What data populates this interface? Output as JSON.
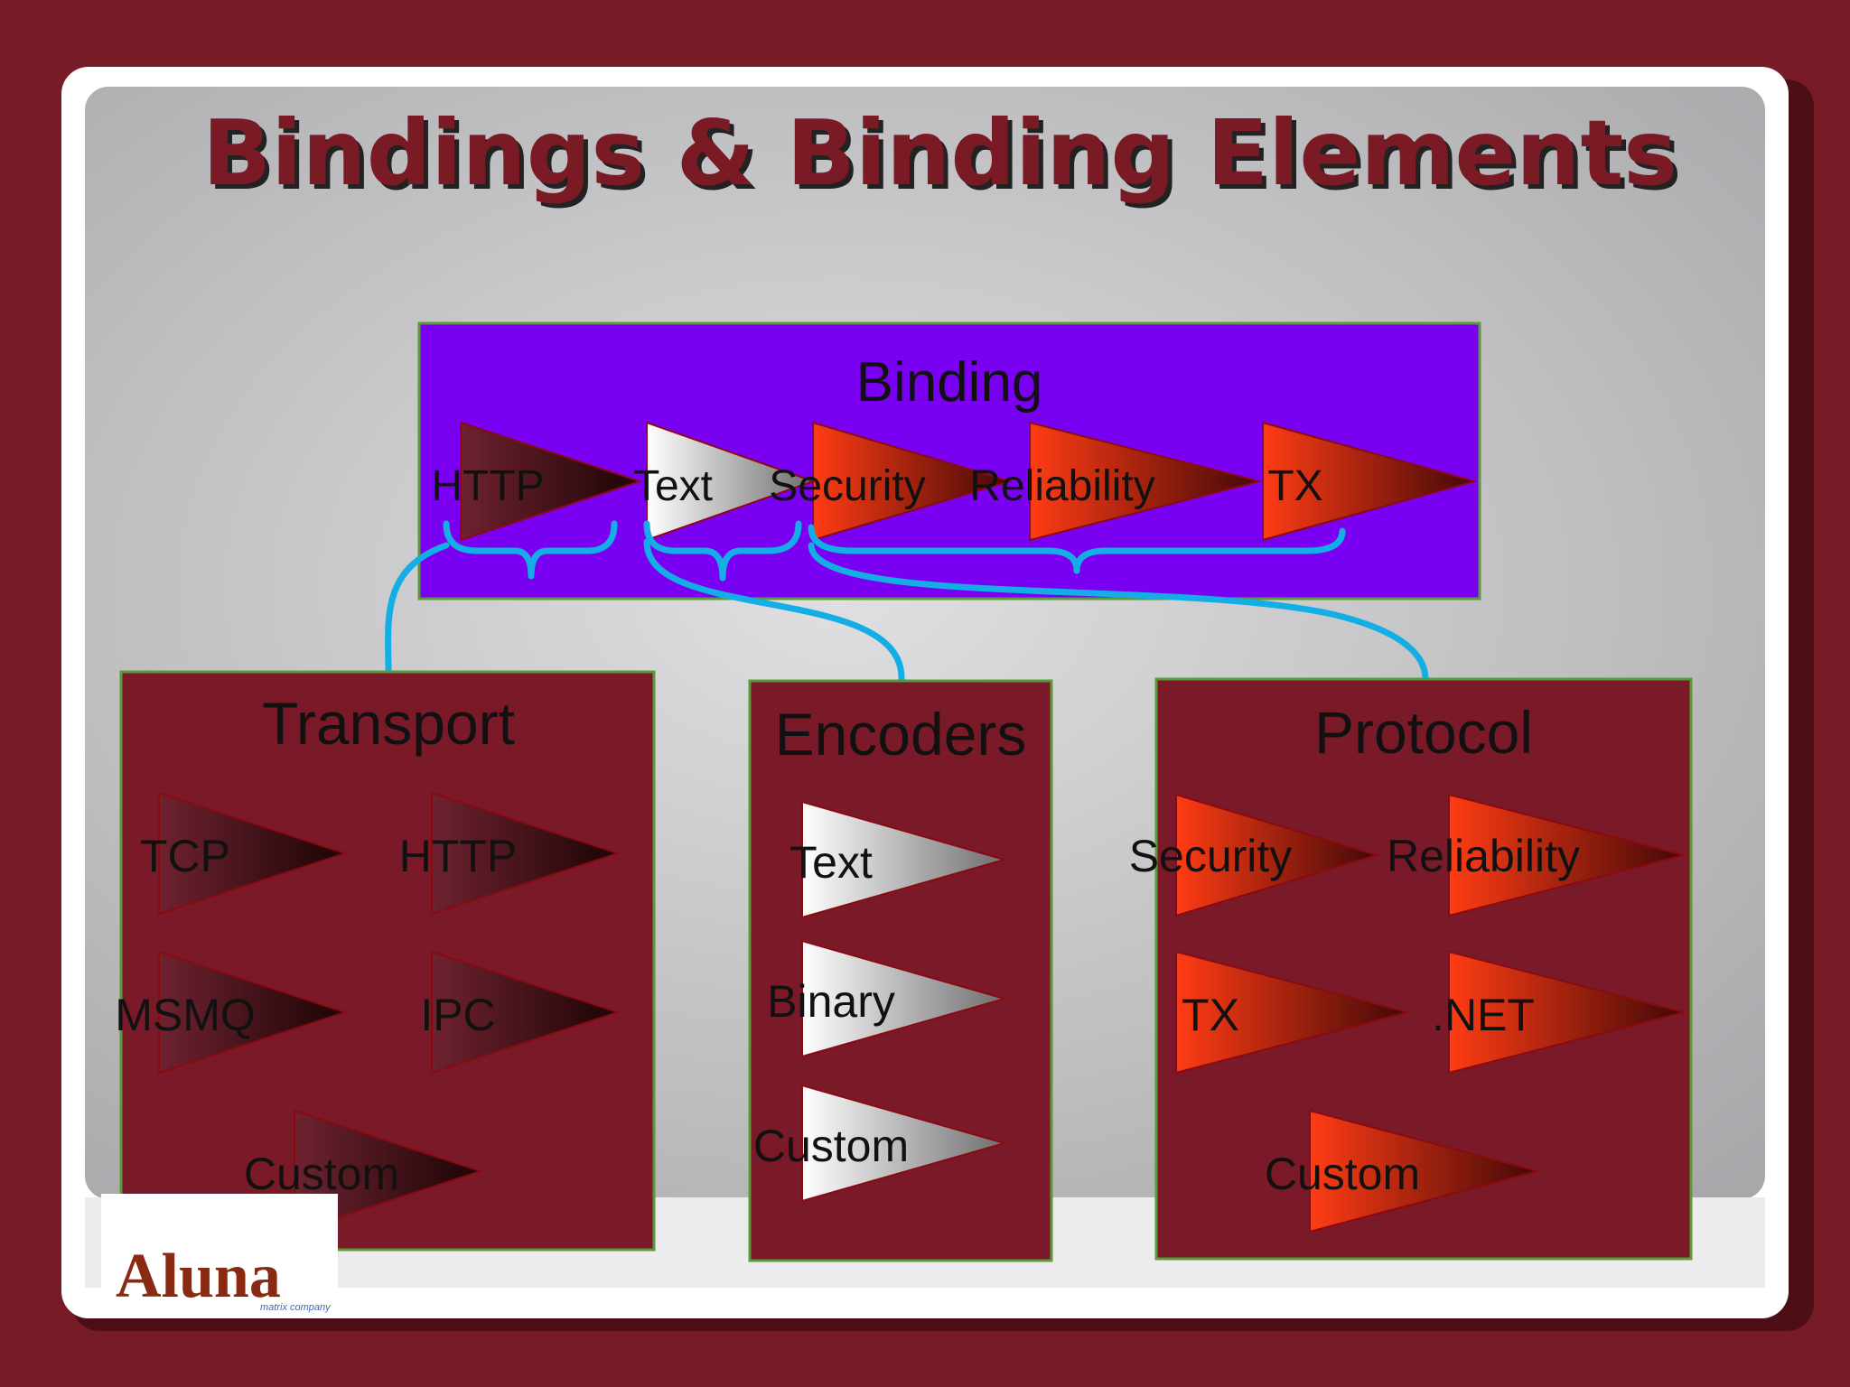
{
  "title": "Bindings & Binding Elements",
  "colors": {
    "background": "#771c27",
    "binding_box": "#7a00f2",
    "group_box": "#7a1a28",
    "connector": "#13aee6",
    "title_text": "#7a1a24"
  },
  "binding": {
    "label": "Binding",
    "elements": [
      "HTTP",
      "Text",
      "Security",
      "Reliability",
      "TX"
    ]
  },
  "transport": {
    "label": "Transport",
    "items": [
      "TCP",
      "HTTP",
      "MSMQ",
      "IPC",
      "Custom"
    ]
  },
  "encoders": {
    "label": "Encoders",
    "items": [
      "Text",
      "Binary",
      "Custom"
    ]
  },
  "protocol": {
    "label": "Protocol",
    "items": [
      "Security",
      "Reliability",
      "TX",
      ".NET",
      "Custom"
    ]
  },
  "logo": {
    "name": "Aluna",
    "tagline": "matrix company"
  }
}
